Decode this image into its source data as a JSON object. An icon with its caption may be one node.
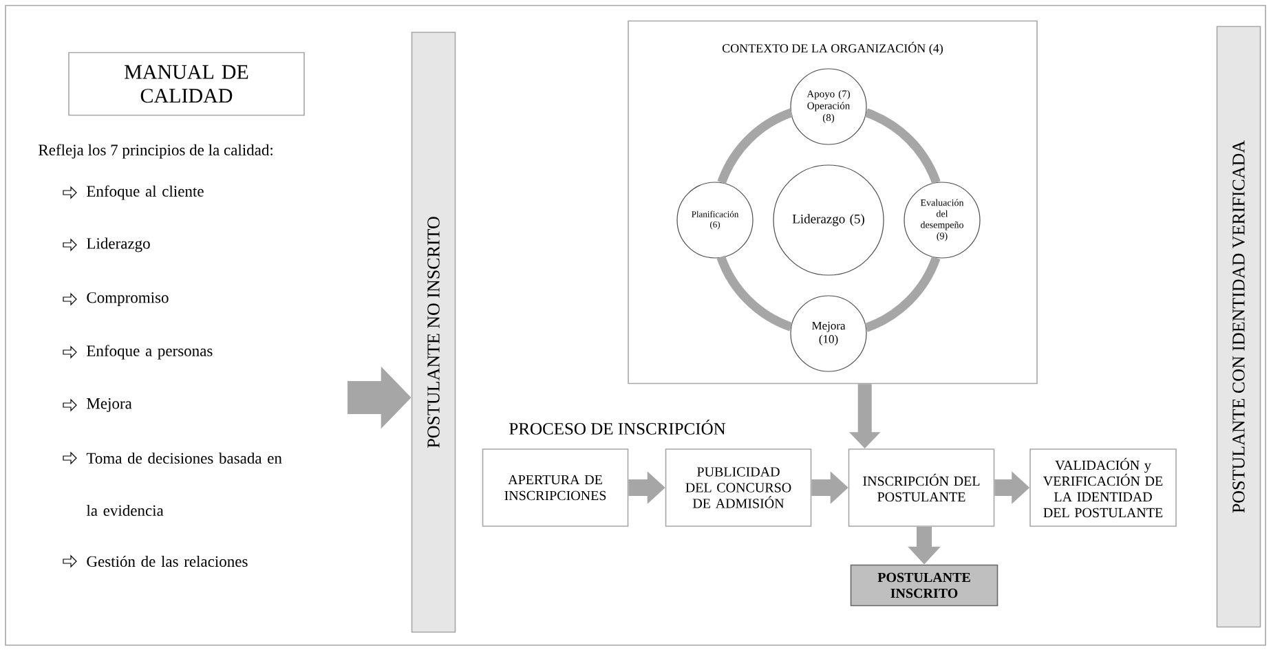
{
  "diagram": {
    "nodes": [
      {
        "text": [
          "MANUAL DE CALIDAD"
        ]
      },
      {
        "text": [
          "POSTULANTE NO INSCRITO"
        ]
      },
      {
        "text": [
          "CONTEXTO DE LA ORGANIZACIÓN (4)"
        ]
      },
      {
        "text": [
          "Apoyo (7)",
          "Operación (8)"
        ],
        "in": 2
      },
      {
        "text": [
          "Planificación (6)"
        ],
        "in": 2
      },
      {
        "text": [
          "Liderazgo (5)"
        ],
        "in": 2
      },
      {
        "text": [
          "Evaluación del desempeño (9)"
        ],
        "in": 2
      },
      {
        "text": [
          "Mejora (10)"
        ],
        "in": 2
      },
      {
        "text": [
          "APERTURA DE INSCRIPCIONES"
        ]
      },
      {
        "text": [
          "PUBLICIDAD DEL CONCURSO DE ADMISIÓN"
        ]
      },
      {
        "text": [
          "INSCRIPCIÓN DEL POSTULANTE"
        ]
      },
      {
        "text": [
          "VALIDACIÓN y VERIFICACIÓN DE LA IDENTIDAD DEL POSTULANTE"
        ]
      },
      {
        "text": [
          "POSTULANTE INSCRITO"
        ]
      },
      {
        "text": [
          "POSTULANTE CON IDENTIDAD VERIFICADA"
        ]
      }
    ],
    "edges": [
      {
        "from": null,
        "to": 1,
        "arrow": "to",
        "style": "thick"
      },
      {
        "from": 2,
        "to": 10,
        "arrow": "to"
      },
      {
        "from": 8,
        "to": 9,
        "arrow": "to"
      },
      {
        "from": 9,
        "to": 10,
        "arrow": "to"
      },
      {
        "from": 10,
        "to": 11,
        "arrow": "to"
      },
      {
        "from": 10,
        "to": 12,
        "arrow": "to"
      },
      {
        "from": 3,
        "to": 6,
        "arrow": "none"
      },
      {
        "from": 6,
        "to": 7,
        "arrow": "none"
      },
      {
        "from": 7,
        "to": 4,
        "arrow": "none"
      },
      {
        "from": 4,
        "to": 3,
        "arrow": "none"
      }
    ],
    "labels": [
      "Refleja los 7 principios de la calidad:",
      "Enfoque al cliente",
      "Liderazgo",
      "Compromiso",
      "Enfoque a personas",
      "Mejora",
      "Toma de decisiones basada en la evidencia",
      "Gestión de las relaciones",
      "PROCESO DE INSCRIPCIÓN"
    ]
  }
}
